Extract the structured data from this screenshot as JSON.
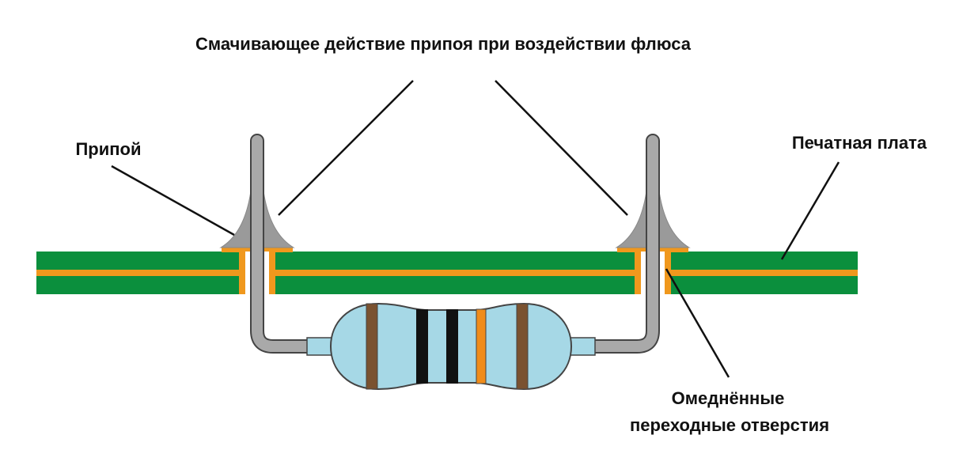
{
  "labels": {
    "wetting": "Смачивающее действие припоя при воздействии флюса",
    "solder": "Припой",
    "pcb": "Печатная плата",
    "vias_line1": "Омеднённые",
    "vias_line2": "переходные отверстия"
  },
  "colors": {
    "board_green": "#0b8f3d",
    "copper": "#f0981d",
    "solder_gray": "#9a9a9a",
    "lead_gray": "#a9a9a9",
    "outline": "#444444",
    "resistor_body": "#a6d8e6",
    "band_brown": "#7a5230",
    "band_black": "#111111",
    "band_orange": "#f08c1a",
    "leader_line": "#111111"
  },
  "resistor": {
    "bands": [
      "brown",
      "black",
      "black",
      "orange",
      "brown"
    ]
  }
}
